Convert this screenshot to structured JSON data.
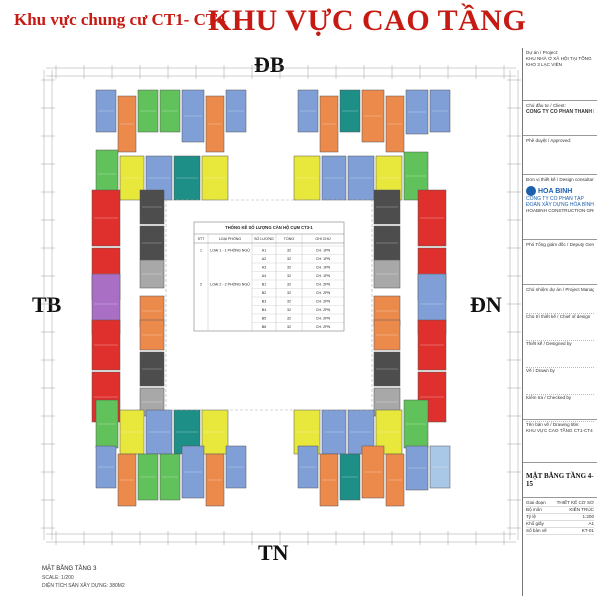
{
  "header": {
    "subtitle": "Khu vực chung cư CT1- CT4",
    "title": "KHU VỰC CAO TẦNG"
  },
  "compass": {
    "north": "ĐB",
    "south": "TN",
    "west": "TB",
    "east": "ĐN"
  },
  "legend_table": {
    "title": "THỐNG KÊ SỐ LƯỢNG CĂN HỘ CỤM CT3-1",
    "headers": [
      "STT",
      "LOẠI PHÒNG",
      "SỐ LƯỢNG",
      "TỔNG",
      "GHI CHÚ"
    ],
    "rows": [
      [
        "1",
        "LOẠI 1 - 1 PHÒNG NGỦ",
        "A1",
        "32",
        "CH. 1PN"
      ],
      [
        "",
        "",
        "A2",
        "32",
        "CH. 1PN"
      ],
      [
        "",
        "",
        "A3",
        "32",
        "CH. 1PN"
      ],
      [
        "",
        "",
        "A4",
        "32",
        "CH. 1PN"
      ],
      [
        "2",
        "LOẠI 2 - 2 PHÒNG NGỦ",
        "B1",
        "32",
        "CH. 2PN"
      ],
      [
        "",
        "",
        "B2",
        "32",
        "CH. 2PN"
      ],
      [
        "",
        "",
        "B3",
        "32",
        "CH. 2PN"
      ],
      [
        "",
        "",
        "B4",
        "32",
        "CH. 2PN"
      ],
      [
        "",
        "",
        "B5",
        "32",
        "CH. 2PN"
      ],
      [
        "",
        "",
        "B6",
        "32",
        "CH. 2PN"
      ]
    ]
  },
  "title_block": {
    "project_label": "Dự án / Project:",
    "project_text": "KHU NHÀ Ở XÃ HỘI TẠI TỔNG KHO 3 LẠC VIÊN",
    "client_label": "Chủ đầu tư / Client:",
    "client_name": "CÔNG TY CỔ PHẦN THÀNH HOLDING",
    "approval_label": "Phê duyệt / Approved:",
    "design_label": "Đơn vị thiết kế / Design consultant:",
    "design_logo": "HOA BINH",
    "design_company": "CÔNG TY CỔ PHẦN TẬP ĐOÀN XÂY DỰNG HÒA BÌNH",
    "design_company_en": "HOABINH CONSTRUCTION GROUP JSC",
    "deputy_label": "Phó Tổng giám đốc / Deputy General director",
    "roles": [
      "Chủ nhiệm dự án / Project Manager",
      "Chủ trì thiết kế / Chief of design",
      "Thiết kế / Designed by",
      "Vẽ / Drawn by",
      "Kiểm tra / Checked by"
    ],
    "drawing_label": "Tên bản vẽ / Drawing title:",
    "drawing_text": "KHU VỰC CAO TẦNG CT1-CT4",
    "sheet_title": "MẶT BẰNG TẦNG 4-15",
    "meta": [
      [
        "Giai đoạn",
        "THIẾT KẾ CƠ SỞ"
      ],
      [
        "Bộ môn",
        "KIẾN TRÚC"
      ],
      [
        "Tỷ lệ",
        "1:200"
      ],
      [
        "Khổ giấy",
        "A1"
      ],
      [
        "Số bản vẽ",
        "KT-01"
      ]
    ]
  },
  "bottom": {
    "plan_label": "MẶT BẰNG TẦNG 3",
    "scale": "SCALE: 1/200",
    "area_note": "DIỆN TÍCH SÀN XÂY DỰNG: 380M2"
  },
  "colors": {
    "title_red": "#c61a12",
    "red": "#e0302d",
    "blue": "#7f9fd6",
    "yellow": "#e7e83b",
    "orange": "#ec8a4c",
    "green": "#61c15a",
    "teal": "#1d8f86",
    "dark": "#4d4d4d",
    "purple": "#a96fc5",
    "grey": "#a8a8a8",
    "light_blue": "#a9c7e6"
  }
}
